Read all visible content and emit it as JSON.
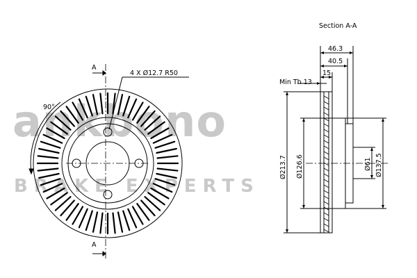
{
  "section_label": "Section A-A",
  "cut_mark": "A",
  "angle_label": "90°",
  "holes_note": "4 X Ø12.7 R50",
  "min_thickness": "Min Th 13",
  "dims": {
    "d46_3": "46.3",
    "d40_5": "40.5",
    "d15": "15",
    "dia213_7": "Ø213.7",
    "dia126_6": "Ø126.6",
    "dia61": "Ø61",
    "dia137_5": "Ø137.5"
  },
  "watermark": {
    "brand": "ankbono",
    "tagline": "BRAKE EXPERTS"
  },
  "colors": {
    "line": "#000000",
    "watermark": "#c9c9c9"
  }
}
